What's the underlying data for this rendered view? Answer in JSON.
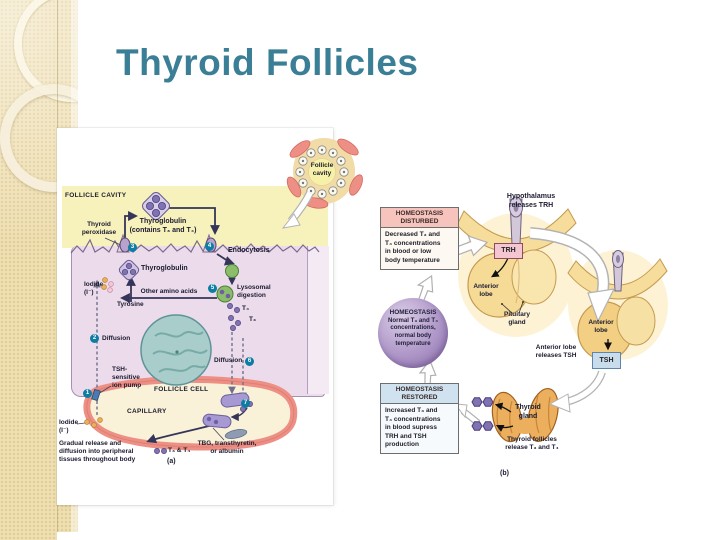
{
  "slide": {
    "title": "Thyroid Follicles"
  },
  "colors": {
    "title_teal": "#3B7F96",
    "sidebar_beige": "#EEDFB4",
    "cavity_yellow": "#F7F2BB",
    "cell_purple": "#EBDBEB",
    "nucleus_teal": "#A9CDCA",
    "capillary_red": "#EE8F85",
    "step_badge_teal": "#0D7DA3",
    "molecule_purple": "#8172B2",
    "lysosome_green": "#8CBD6A",
    "disturbed_pink": "#F6C4BC",
    "restored_blue": "#D0E2EF",
    "homeostasis_purple": "#A990C4",
    "trh_pink": "#F3C6D2",
    "tsh_blue": "#C9DCEC",
    "gland_yellow": "#F6DB97",
    "thyroid_orange": "#ECAF5D"
  },
  "figure_a": {
    "labels": {
      "follicle_cavity": "FOLLICLE CAVITY",
      "thyroid_peroxidase": "Thyroid\nperoxidase",
      "thyroglobulin_top": "Thyroglobulin\n(contains T₃ and T₄)",
      "endocytosis": "Endocytosis",
      "thyroglobulin_mid": "Thyroglobulin",
      "iodide_upper": "Iodide\n(I⁻)",
      "other_amino_acids": "Other amino acids",
      "lysosomal_digestion": "Lysosomal\ndigestion",
      "tyrosine": "Tyrosine",
      "t4": "T₄",
      "t3": "T₃",
      "diffusion_in": "Diffusion",
      "diffusion_out": "Diffusion",
      "tsh_pump": "TSH-\nsensitive\nion pump",
      "follicle_cell": "FOLLICLE CELL",
      "capillary": "CAPILLARY",
      "iodide_lower": "Iodide\n(I⁻)",
      "gradual_release": "Gradual release and\ndiffusion into peripheral\ntissues throughout body",
      "t3_and_t4": "T₃ & T₄",
      "tbg": "TBG, transthyretin,\nor albumin",
      "panel": "(a)"
    },
    "steps": [
      "1",
      "2",
      "3",
      "4",
      "5",
      "6",
      "7"
    ]
  },
  "figure_b": {
    "labels": {
      "inset": "Follicle\ncavity",
      "hypothalamus": "Hypothalamus\nreleases TRH",
      "trh": "TRH",
      "anterior_lobe_pituitary": "Anterior\nlobe",
      "pituitary_gland": "Pituitary\ngland",
      "anterior_lobe_2": "Anterior\nlobe",
      "anterior_releases_tsh": "Anterior lobe\nreleases TSH",
      "tsh": "TSH",
      "thyroid_gland": "Thyroid\ngland",
      "thyroid_follicles": "Thyroid follicles\nrelease T₃ and T₄",
      "panel": "(b)"
    },
    "disturbed": {
      "title": "HOMEOSTASIS\nDISTURBED",
      "body": "Decreased T₃ and\nT₄ concentrations\nin blood or low\nbody temperature"
    },
    "homeostasis": {
      "title": "HOMEOSTASIS",
      "body": "Normal T₃ and T₄\nconcentrations,\nnormal body\ntemperature"
    },
    "restored": {
      "title": "HOMEOSTASIS\nRESTORED",
      "body": "Increased T₃ and\nT₄ concentrations\nin blood supress\nTRH and TSH\nproduction"
    }
  }
}
